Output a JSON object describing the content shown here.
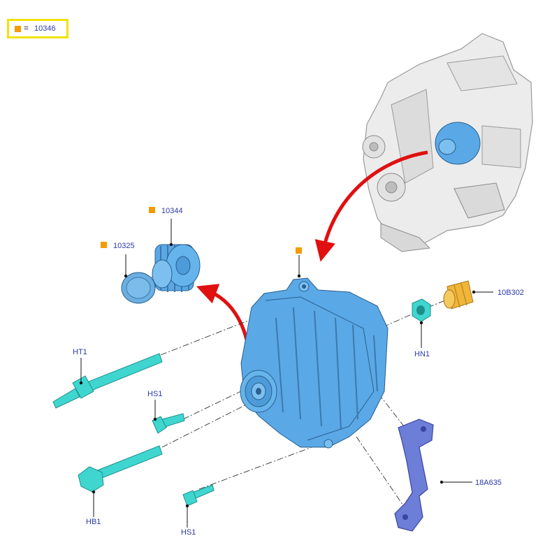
{
  "legend": {
    "equals": "=",
    "code": "10346",
    "marker_color": "#f59b00",
    "box_color": "#f2e200"
  },
  "callouts": {
    "pulley": "10344",
    "cap": "10325",
    "plug": "10B302",
    "nut": "HN1",
    "bolt_top": "HT1",
    "stud_small": "HS1",
    "bolt_long": "HB1",
    "stud_bottom": "HS1",
    "bracket": "18A635"
  },
  "colors": {
    "alternator": "#5aa8e6",
    "fasteners": "#3fd6d0",
    "plug": "#f0b63a",
    "arrow": "#e01010",
    "label_text": "#2b3aa6",
    "marker": "#f59b00"
  }
}
